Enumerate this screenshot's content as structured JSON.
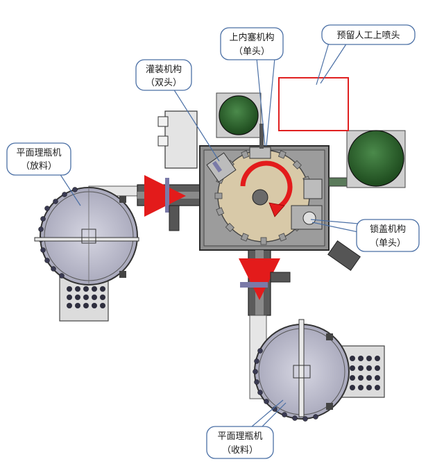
{
  "callouts": {
    "unscrambler_feed_name": "平面理瓶机",
    "unscrambler_feed_note": "（放料）",
    "filling_name": "灌装机构",
    "filling_note": "（双头）",
    "plug_name": "上内塞机构",
    "plug_note": "（单头）",
    "spray_reserved": "预留人工上喷头",
    "capping_name": "锁盖机构",
    "capping_note": "（单头）",
    "unscrambler_collect_name": "平面理瓶机",
    "unscrambler_collect_note": "（收料）"
  },
  "colors": {
    "frame": "#5a5a5a",
    "metal_dark": "#3c3c3c",
    "metal_light": "#d9d9d9",
    "table_fill": "#c9c9d6",
    "dial_fill": "#d8c9a8",
    "flow_arrow": "#e31b1b",
    "hopper_green": "#2f6b2f",
    "reserved_box": "#e02020",
    "callout_border": "#4a6fa5"
  }
}
